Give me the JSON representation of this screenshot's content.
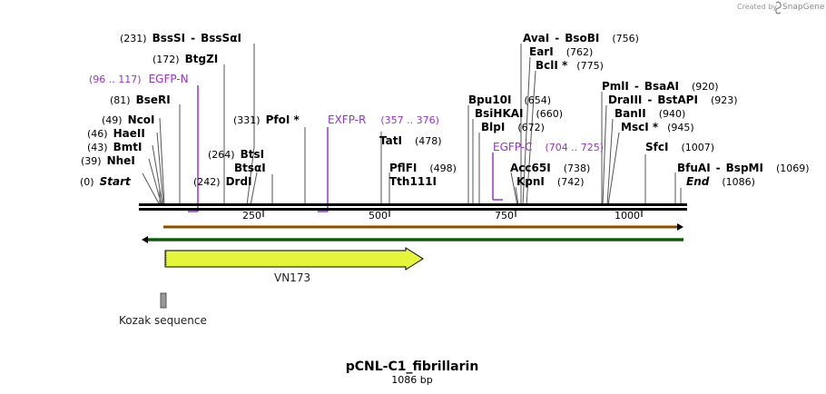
{
  "credit": {
    "text": "Created by",
    "brand": "SnapGene"
  },
  "title": "pCNL-C1_fibrillarin",
  "subtitle": "1086 bp",
  "ticks": [
    "250",
    "500",
    "750",
    "1000"
  ],
  "sites": [
    {
      "name": "Start",
      "pos": "(0)"
    },
    {
      "name": "NheI",
      "pos": "(39)"
    },
    {
      "name": "BmtI",
      "pos": "(43)"
    },
    {
      "name": "HaeII",
      "pos": "(46)"
    },
    {
      "name": "NcoI",
      "pos": "(49)"
    },
    {
      "name": "BseRI",
      "pos": "(81)"
    },
    {
      "name": "BtgZI",
      "pos": "(172)"
    },
    {
      "name": "BssSI",
      "name2": "BssSαI",
      "pos": "(231)"
    },
    {
      "name": "DrdI",
      "pos": "(242)"
    },
    {
      "name": "BtsI",
      "name2": "BtsαI",
      "pos": "(264)"
    },
    {
      "name": "PfoI *",
      "pos": "(331)"
    },
    {
      "name": "TatI",
      "pos": "(478)"
    },
    {
      "name": "PflFI",
      "name2": "Tth111I",
      "pos": "(498)"
    },
    {
      "name": "Bpu10I",
      "pos": "(654)"
    },
    {
      "name": "BsiHKAI",
      "pos": "(660)"
    },
    {
      "name": "BlpI",
      "pos": "(672)"
    },
    {
      "name": "Acc65I",
      "pos": "(738)"
    },
    {
      "name": "KpnI",
      "pos": "(742)"
    },
    {
      "name": "AvaI",
      "name2": "BsoBI",
      "pos": "(756)"
    },
    {
      "name": "EarI",
      "pos": "(762)"
    },
    {
      "name": "BclI *",
      "pos": "(775)"
    },
    {
      "name": "PmlI",
      "name2": "BsaAI",
      "pos": "(920)"
    },
    {
      "name": "DraIII",
      "name2": "BstAPI",
      "pos": "(923)"
    },
    {
      "name": "BanII",
      "pos": "(940)"
    },
    {
      "name": "MscI *",
      "pos": "(945)"
    },
    {
      "name": "SfcI",
      "pos": "(1007)"
    },
    {
      "name": "BfuAI",
      "name2": "BspMI",
      "pos": "(1069)"
    },
    {
      "name": "End",
      "pos": "(1086)"
    }
  ],
  "primers": [
    {
      "name": "EGFP-N",
      "range": "(96 .. 117)"
    },
    {
      "name": "EXFP-R",
      "range": "(357 .. 376)"
    },
    {
      "name": "EGFP-C",
      "range": "(704 .. 725)"
    }
  ],
  "features": [
    {
      "name": "VN173",
      "color": "#e5f53c"
    },
    {
      "name": "Kozak sequence",
      "color": "#999999"
    }
  ],
  "colors": {
    "primer": "#9b30d0",
    "orf_forward": "#e8a04a",
    "orf_reverse": "#3a9a3a"
  }
}
